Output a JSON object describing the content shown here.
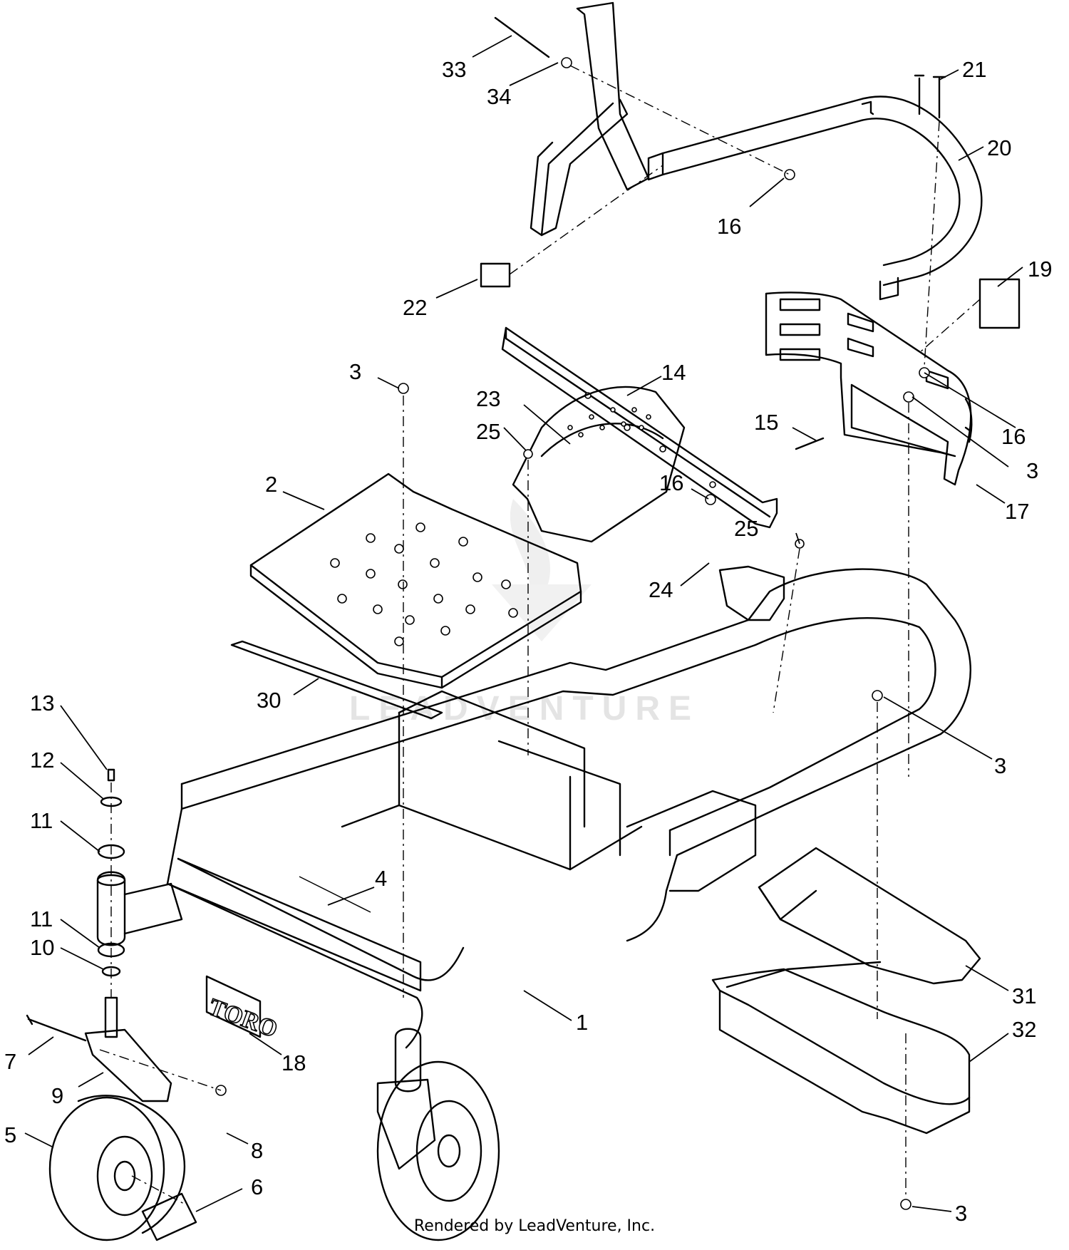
{
  "diagram": {
    "callouts": [
      "33",
      "34",
      "21",
      "20",
      "16",
      "22",
      "19",
      "14",
      "3",
      "23",
      "25",
      "15",
      "16",
      "3",
      "17",
      "2",
      "16",
      "25",
      "24",
      "30",
      "3",
      "13",
      "12",
      "11",
      "4",
      "11",
      "10",
      "1",
      "31",
      "32",
      "7",
      "9",
      "18",
      "5",
      "8",
      "6",
      "3"
    ],
    "watermark": "LEADVENTURE",
    "logo_text": "TORO"
  },
  "footer": {
    "credit": "Rendered by LeadVenture, Inc."
  }
}
